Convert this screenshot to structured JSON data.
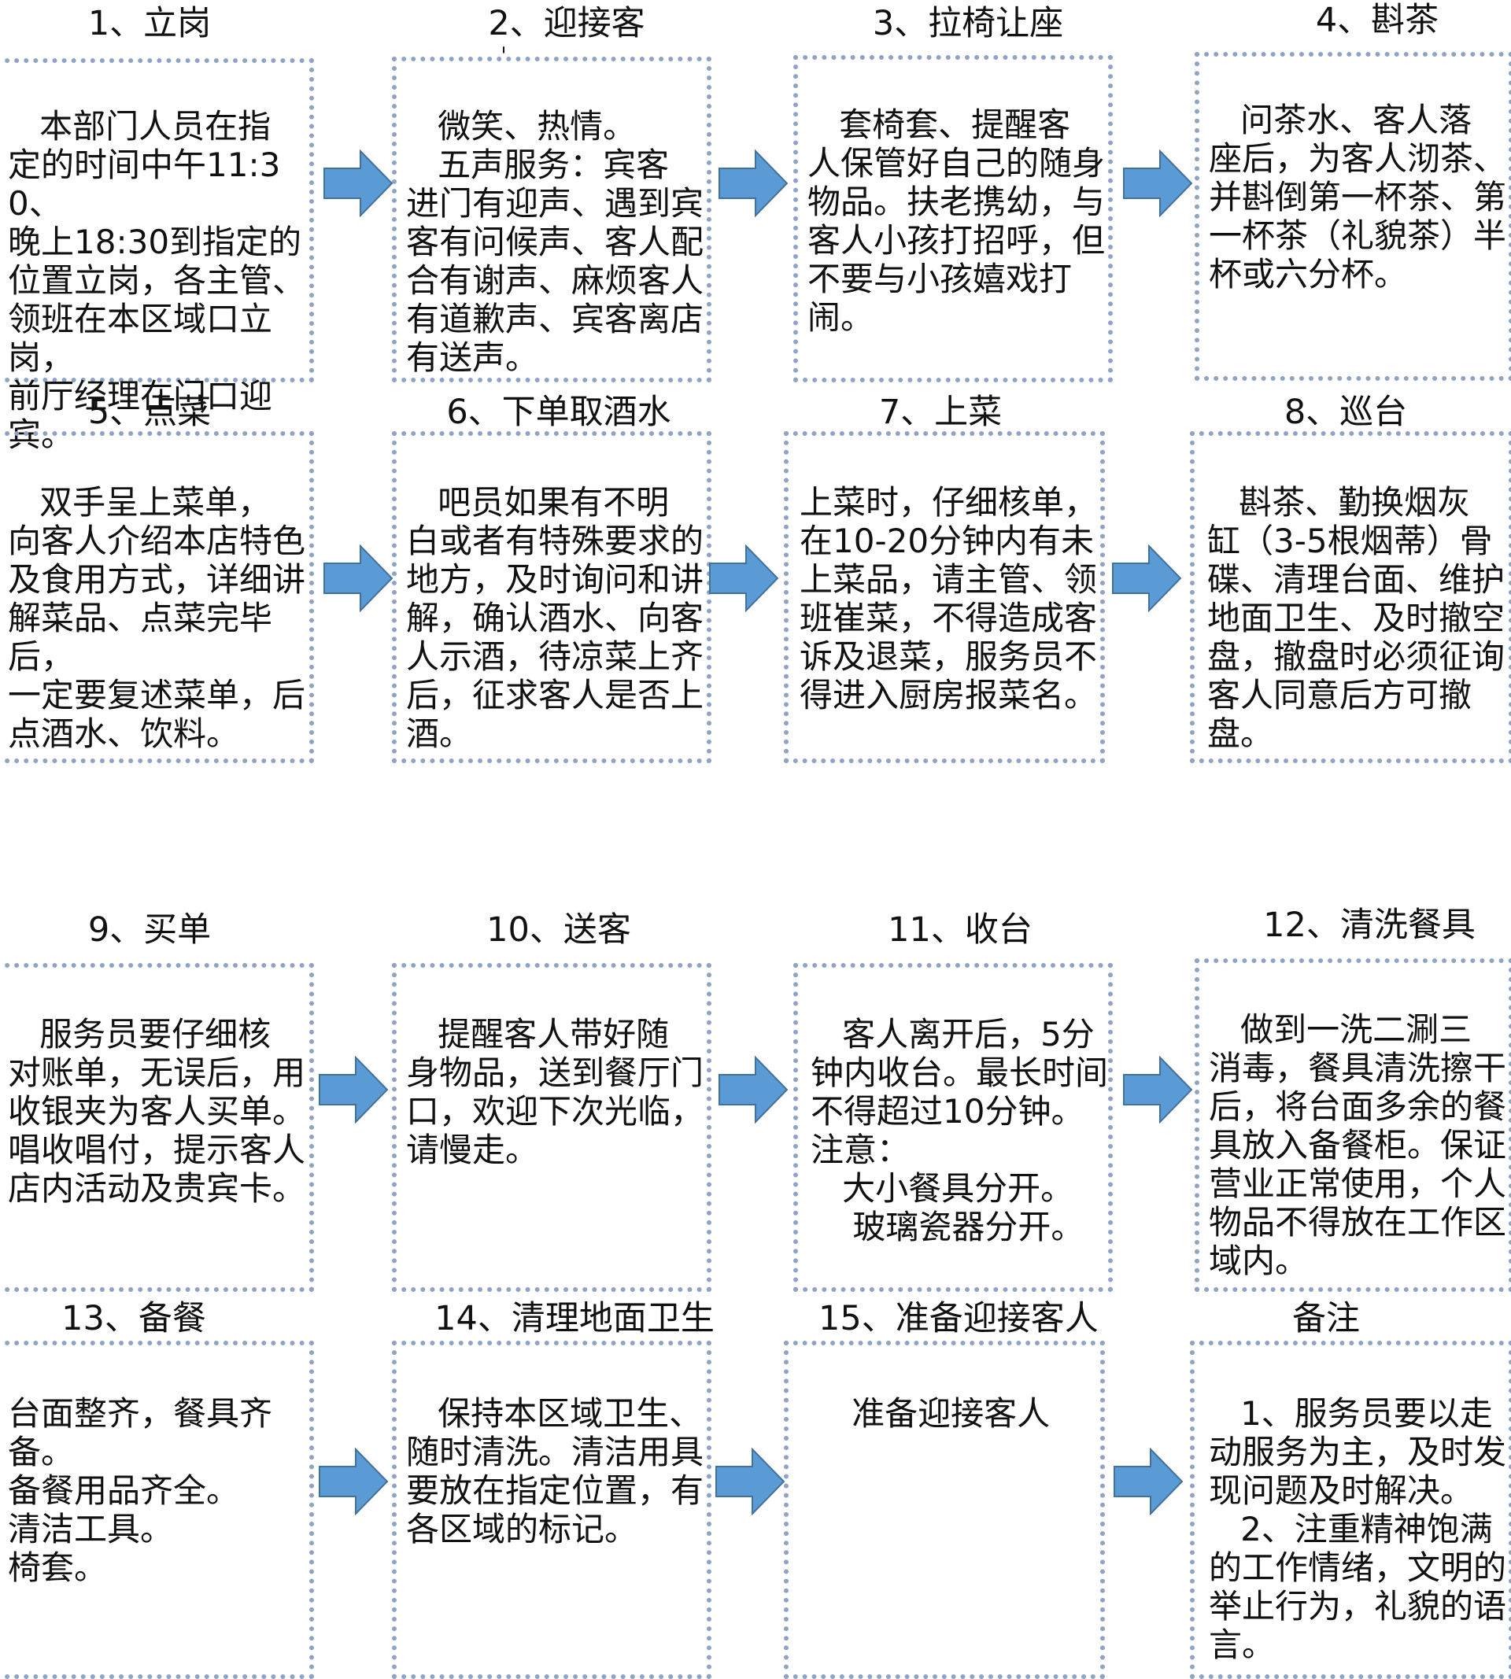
{
  "accent_colors": {
    "box_border": "#8fa3c6",
    "arrow_fill": "#5b9bd5",
    "arrow_stroke": "#41719c"
  },
  "steps": [
    {
      "title": "1、立岗",
      "text": "   本部门人员在指\n定的时间中午11:30、\n晚上18:30到指定的\n位置立岗，各主管、\n领班在本区域口立岗，\n前厅经理在门口迎宾。"
    },
    {
      "title": "2、迎接客",
      "text": "   微笑、热情。\n   五声服务：宾客\n进门有迎声、遇到宾\n客有问候声、客人配\n合有谢声、麻烦客人\n有道歉声、宾客离店\n有送声。"
    },
    {
      "title": "3、拉椅让座",
      "text": "   套椅套、提醒客\n人保管好自己的随身\n物品。扶老携幼，与\n客人小孩打招呼，但\n不要与小孩嬉戏打闹。"
    },
    {
      "title": "4、斟茶",
      "text": "   问茶水、客人落\n座后，为客人沏茶、\n并斟倒第一杯茶、第\n一杯茶（礼貌茶）半\n杯或六分杯。"
    },
    {
      "title": "5、点菜",
      "text": "   双手呈上菜单，\n向客人介绍本店特色\n及食用方式，详细讲\n解菜品、点菜完毕后，\n一定要复述菜单，后\n点酒水、饮料。"
    },
    {
      "title": "6、下单取酒水",
      "text": "   吧员如果有不明\n白或者有特殊要求的\n地方，及时询问和讲\n解，确认酒水、向客\n人示酒，待凉菜上齐\n后，征求客人是否上\n酒。"
    },
    {
      "title": "7、上菜",
      "text": "上菜时，仔细核单，\n在10-20分钟内有未\n上菜品，请主管、领\n班崔菜，不得造成客\n诉及退菜，服务员不\n得进入厨房报菜名。"
    },
    {
      "title": "8、巡台",
      "text": "   斟茶、勤换烟灰\n缸（3-5根烟蒂）骨\n碟、清理台面、维护\n地面卫生、及时撤空\n盘，撤盘时必须征询\n客人同意后方可撤盘。"
    },
    {
      "title": "9、买单",
      "text": "   服务员要仔细核\n对账单，无误后，用\n收银夹为客人买单。\n唱收唱付，提示客人\n店内活动及贵宾卡。"
    },
    {
      "title": "10、送客",
      "text": "   提醒客人带好随\n身物品，送到餐厅门\n口，欢迎下次光临，\n请慢走。"
    },
    {
      "title": "11、收台",
      "text": "   客人离开后，5分\n钟内收台。最长时间\n不得超过10分钟。\n注意：\n   大小餐具分开。\n    玻璃瓷器分开。"
    },
    {
      "title": "12、清洗餐具",
      "text": "   做到一洗二涮三\n消毒，餐具清洗擦干\n后，将台面多余的餐\n具放入备餐柜。保证\n营业正常使用，个人\n物品不得放在工作区\n域内。"
    },
    {
      "title": "13、备餐",
      "text": "台面整齐，餐具齐备。\n备餐用品齐全。\n清洁工具。\n椅套。"
    },
    {
      "title": "14、清理地面卫生",
      "text": "   保持本区域卫生、\n随时清洗。清洁用具\n要放在指定位置，有\n各区域的标记。"
    },
    {
      "title": "15、准备迎接客人",
      "text": "   准备迎接客人"
    },
    {
      "title": "备注",
      "text": "   1、服务员要以走\n动服务为主，及时发\n现问题及时解决。\n   2、注重精神饱满\n的工作情绪，文明的\n举止行为，礼貌的语\n言。"
    }
  ],
  "stray_mark": "ˌ"
}
